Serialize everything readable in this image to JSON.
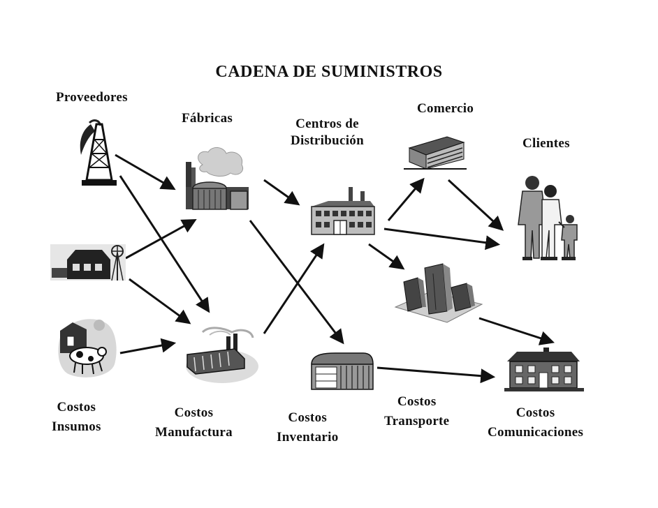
{
  "title": "CADENA DE SUMINISTROS",
  "stages": {
    "proveedores": "Proveedores",
    "fabricas": "Fábricas",
    "centros_line1": "Centros de",
    "centros_line2": "Distribución",
    "comercio": "Comercio",
    "clientes": "Clientes"
  },
  "costs": {
    "insumos_line1": "Costos",
    "insumos_line2": "Insumos",
    "manufactura_line1": "Costos",
    "manufactura_line2": "Manufactura",
    "inventario_line1": "Costos",
    "inventario_line2": "Inventario",
    "transporte_line1": "Costos",
    "transporte_line2": "Transporte",
    "comunicaciones_line1": "Costos",
    "comunicaciones_line2": "Comunicaciones"
  },
  "icons": {
    "supplier_1": "oil-derrick-icon",
    "supplier_2": "farm-barn-icon",
    "supplier_3": "cow-farm-icon",
    "factory_1": "refinery-factory-icon",
    "factory_2": "smokestack-factory-icon",
    "distribution_center": "warehouse-building-icon",
    "inventory": "storage-shed-icon",
    "retail_1": "office-building-icon",
    "retail_2": "office-towers-icon",
    "customers": "family-icon",
    "house": "house-icon"
  },
  "colors": {
    "ink": "#111111",
    "background": "#ffffff"
  }
}
